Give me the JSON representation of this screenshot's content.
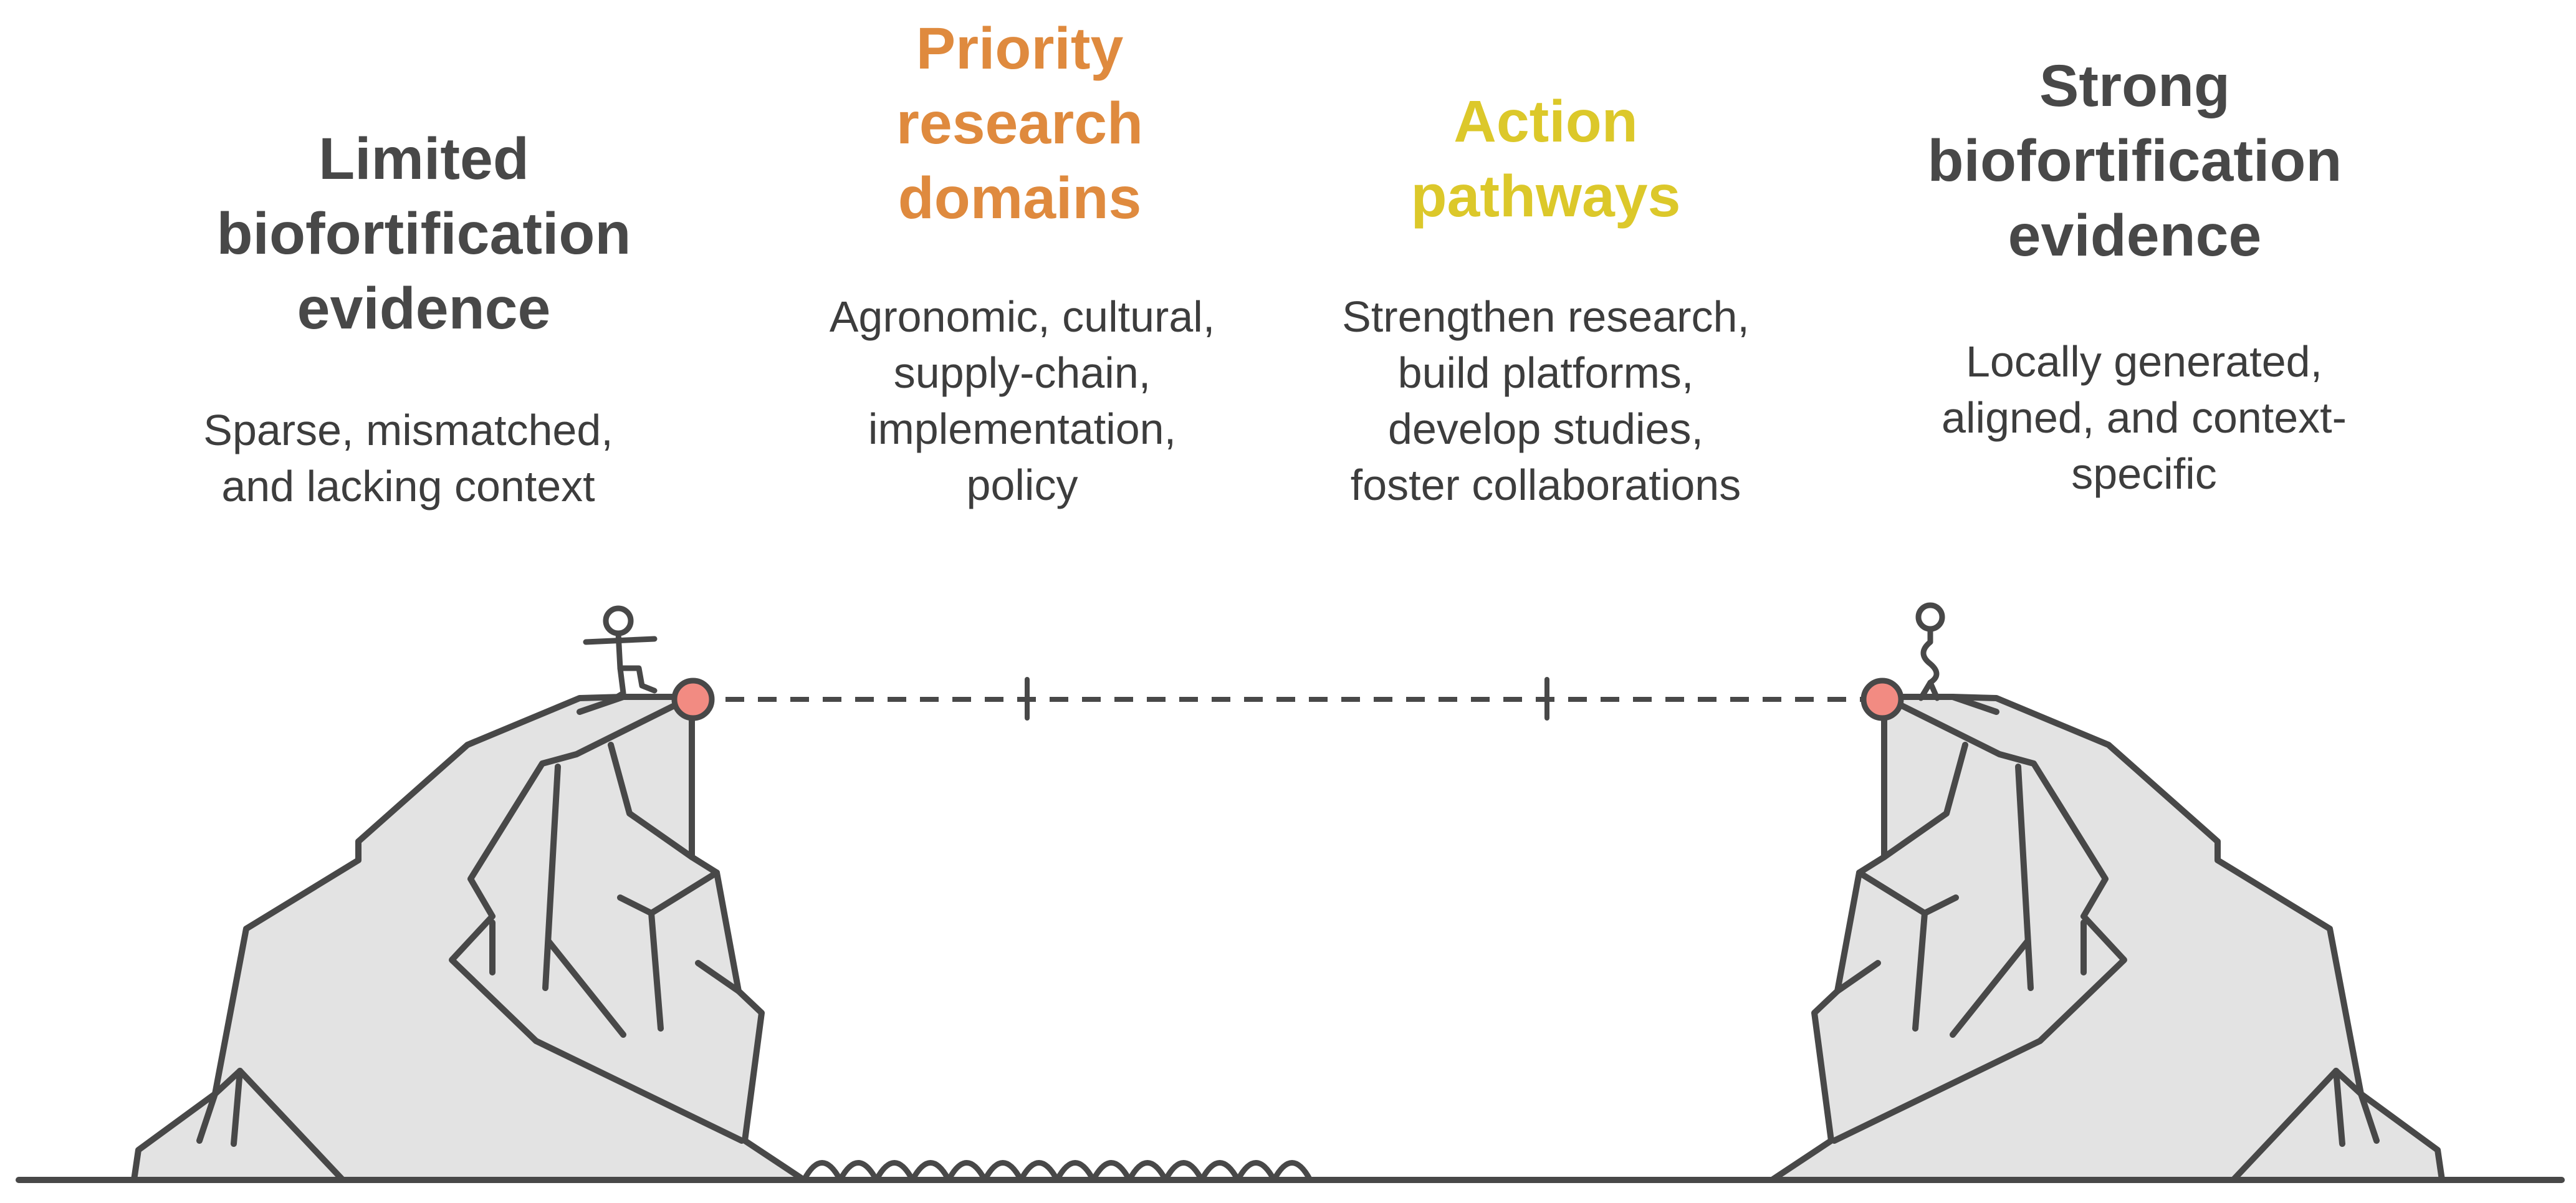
{
  "colors": {
    "dark": "#484848",
    "orange": "#df8a3e",
    "yellow": "#dcc82a",
    "rock_fill": "#e3e3e3",
    "stroke": "#484848",
    "marker": "#f28b82"
  },
  "stages": [
    {
      "heading": [
        "Limited",
        "biofortification",
        "evidence"
      ],
      "desc": [
        "Sparse, mismatched,",
        "and lacking context"
      ]
    },
    {
      "heading": [
        "Priority",
        "research",
        "domains"
      ],
      "desc": [
        "Agronomic, cultural,",
        "supply-chain,",
        "implementation,",
        "policy"
      ]
    },
    {
      "heading": [
        "Action",
        "pathways"
      ],
      "desc": [
        "Strengthen research,",
        "build platforms,",
        "develop studies,",
        "foster collaborations"
      ]
    },
    {
      "heading": [
        "Strong",
        "biofortification",
        "evidence"
      ],
      "desc": [
        "Locally generated,",
        "aligned, and context-",
        "specific"
      ]
    }
  ],
  "icons": {
    "left_figure": "person-balancing-icon",
    "right_figure": "person-standing-icon",
    "start_marker": "circle-marker-icon",
    "end_marker": "circle-marker-icon"
  }
}
